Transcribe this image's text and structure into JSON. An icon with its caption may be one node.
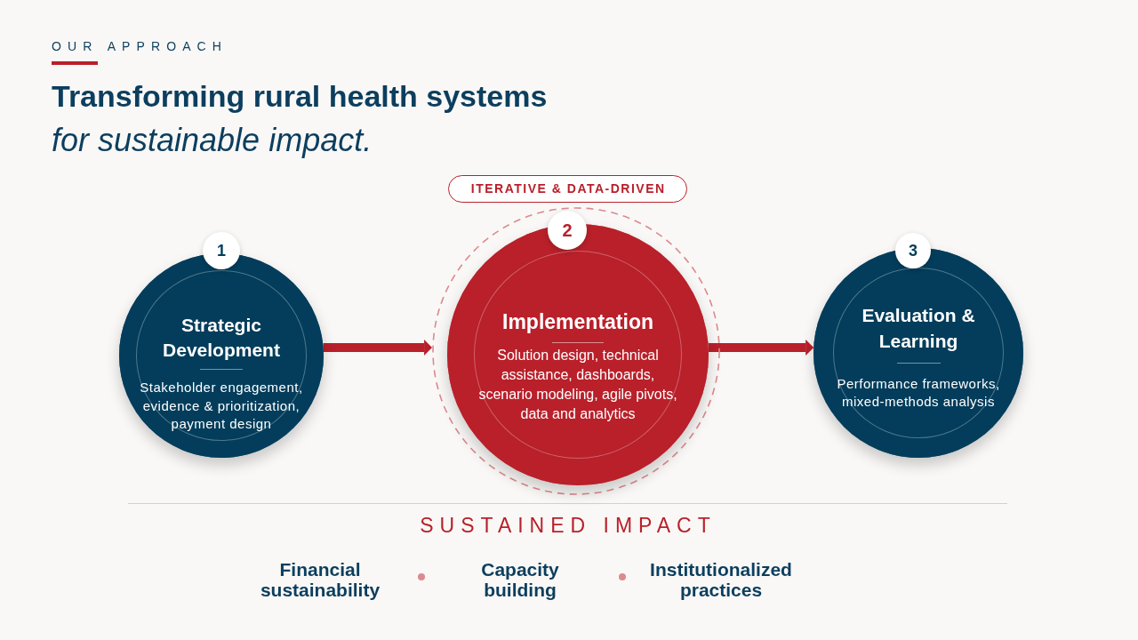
{
  "diagram": {
    "title": "**Transforming rural health systems** *for sustainable impact.*",
    "nodes": [
      {
        "text": [
          "1"
        ]
      },
      {
        "text": [
          "Strategic Development",
          "Stakeholder engagement, evidence & prioritization, payment design"
        ]
      },
      {
        "text": [
          "ITERATIVE & DATA-DRIVEN"
        ]
      },
      {
        "text": [],
        "shape": "circle"
      },
      {
        "text": [
          "2"
        ],
        "in": 3
      },
      {
        "text": [
          "Implementation",
          "Solution design, technical assistance, dashboards, scenario modeling, agile pivots, data and analytics"
        ],
        "in": 3
      },
      {
        "text": [
          "3"
        ]
      },
      {
        "text": [
          "Evaluation & Learning",
          "Performance frameworks, mixed-methods analysis"
        ]
      }
    ],
    "edges": [
      {
        "from": 1,
        "to": 3,
        "arrow": "to"
      },
      {
        "from": 5,
        "to": 7,
        "arrow": "to"
      }
    ],
    "labels": [
      "OUR APPROACH",
      "SUSTAINED IMPACT",
      "Financial sustainability",
      "Capacity building",
      "Institutionalized practices"
    ]
  }
}
